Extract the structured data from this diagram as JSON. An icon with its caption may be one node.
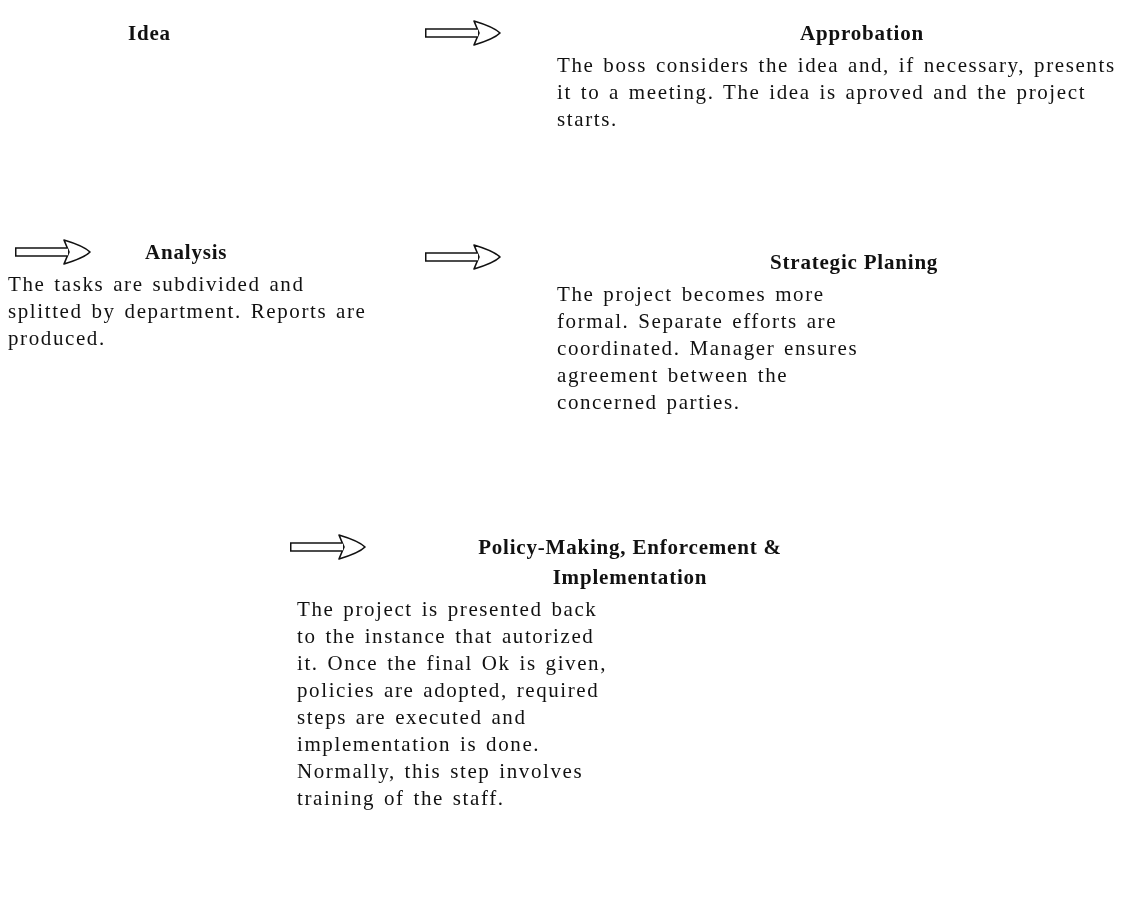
{
  "diagram": {
    "nodes": [
      {
        "text": [
          "Idea"
        ]
      },
      {
        "text": [
          "Approbation",
          "The boss considers the idea and, if necessary, presents it to a meeting. The idea is aproved and the project starts."
        ]
      },
      {
        "text": [
          "Analysis",
          "The tasks are subdivided and splitted by department. Reports are produced."
        ]
      },
      {
        "text": [
          "Strategic Planing",
          "The project becomes more formal. Separate efforts are coordinated. Manager ensures agreement between the concerned parties."
        ]
      },
      {
        "text": [
          "Policy-Making, Enforcement & Implementation",
          "The project is presented back to the instance that autorized it. Once the final Ok is given, policies are adopted, required steps are executed and implementation is done. Normally, this step involves training of the staff."
        ]
      }
    ],
    "edges": [
      {
        "from": 0,
        "to": 1,
        "arrow": "to"
      },
      {
        "from": null,
        "to": 2,
        "arrow": "to"
      },
      {
        "from": 2,
        "to": 3,
        "arrow": "to"
      },
      {
        "from": null,
        "to": 4,
        "arrow": "to"
      }
    ]
  }
}
